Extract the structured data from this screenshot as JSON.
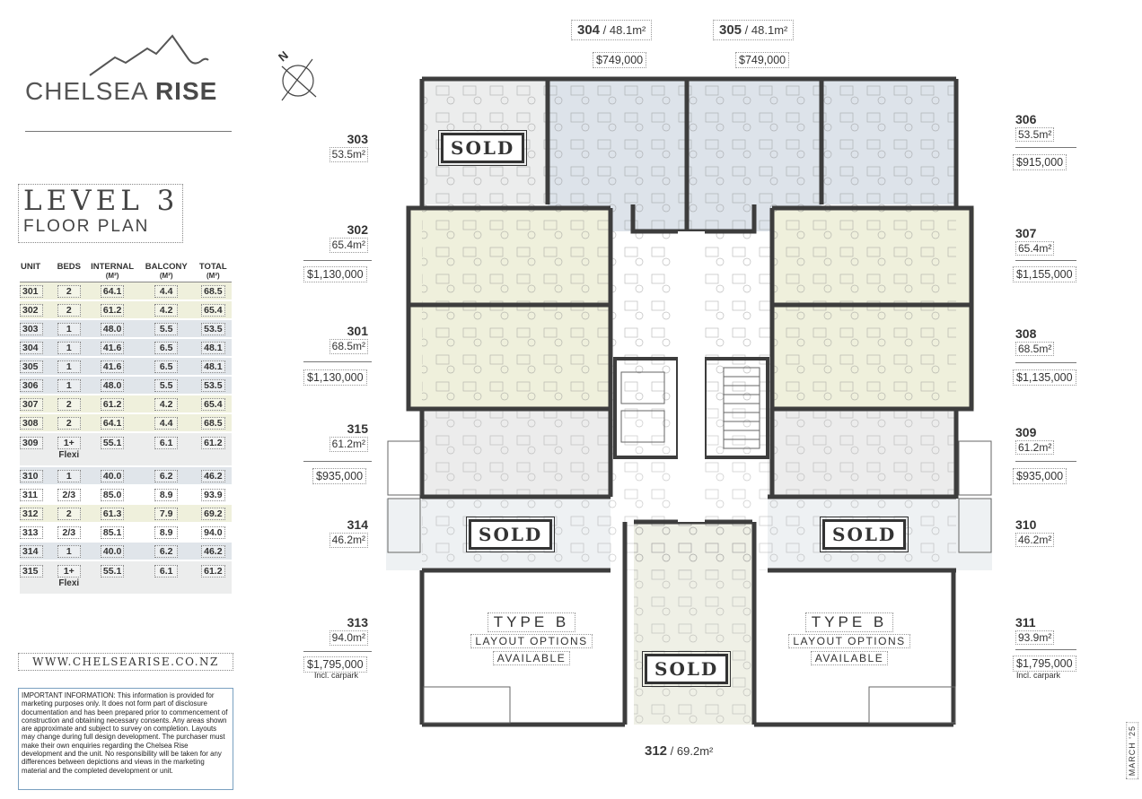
{
  "brand": {
    "name_light": "CHELSEA",
    "name_bold": "RISE"
  },
  "heading": {
    "title": "LEVEL 3",
    "subtitle": "FLOOR PLAN"
  },
  "colors": {
    "two_bed": "#eff0dc",
    "one_bed": "#e0e5ea",
    "other": "#eceded",
    "white": "#ffffff"
  },
  "table": {
    "headers": {
      "unit": "UNIT",
      "beds": "BEDS",
      "internal": "INTERNAL",
      "internal_unit": "(M²)",
      "balcony": "BALCONY",
      "balcony_unit": "(M²)",
      "total": "TOTAL",
      "total_unit": "(M²)"
    },
    "rows": [
      {
        "unit": "301",
        "beds": "2",
        "internal": "64.1",
        "balcony": "4.4",
        "total": "68.5",
        "tone": "two_bed"
      },
      {
        "unit": "302",
        "beds": "2",
        "internal": "61.2",
        "balcony": "4.2",
        "total": "65.4",
        "tone": "two_bed"
      },
      {
        "unit": "303",
        "beds": "1",
        "internal": "48.0",
        "balcony": "5.5",
        "total": "53.5",
        "tone": "one_bed"
      },
      {
        "unit": "304",
        "beds": "1",
        "internal": "41.6",
        "balcony": "6.5",
        "total": "48.1",
        "tone": "one_bed"
      },
      {
        "unit": "305",
        "beds": "1",
        "internal": "41.6",
        "balcony": "6.5",
        "total": "48.1",
        "tone": "one_bed"
      },
      {
        "unit": "306",
        "beds": "1",
        "internal": "48.0",
        "balcony": "5.5",
        "total": "53.5",
        "tone": "one_bed"
      },
      {
        "unit": "307",
        "beds": "2",
        "internal": "61.2",
        "balcony": "4.2",
        "total": "65.4",
        "tone": "two_bed"
      },
      {
        "unit": "308",
        "beds": "2",
        "internal": "64.1",
        "balcony": "4.4",
        "total": "68.5",
        "tone": "two_bed"
      },
      {
        "unit": "309",
        "beds": "1+",
        "flexi": "Flexi",
        "internal": "55.1",
        "balcony": "6.1",
        "total": "61.2",
        "tone": "other"
      },
      {
        "unit": "310",
        "beds": "1",
        "internal": "40.0",
        "balcony": "6.2",
        "total": "46.2",
        "tone": "one_bed"
      },
      {
        "unit": "311",
        "beds": "2/3",
        "internal": "85.0",
        "balcony": "8.9",
        "total": "93.9",
        "tone": "white"
      },
      {
        "unit": "312",
        "beds": "2",
        "internal": "61.3",
        "balcony": "7.9",
        "total": "69.2",
        "tone": "two_bed"
      },
      {
        "unit": "313",
        "beds": "2/3",
        "internal": "85.1",
        "balcony": "8.9",
        "total": "94.0",
        "tone": "white"
      },
      {
        "unit": "314",
        "beds": "1",
        "internal": "40.0",
        "balcony": "6.2",
        "total": "46.2",
        "tone": "one_bed"
      },
      {
        "unit": "315",
        "beds": "1+",
        "flexi": "Flexi",
        "internal": "55.1",
        "balcony": "6.1",
        "total": "61.2",
        "tone": "other"
      }
    ]
  },
  "website": "WWW.CHELSEARISE.CO.NZ",
  "disclaimer": "IMPORTANT INFORMATION: This information is provided for marketing purposes only. It does not form part of disclosure documentation and has been prepared prior to commencement of construction and obtaining necessary consents. Any areas shown are approximate and subject to survey on completion. Layouts may change during full design development. The purchaser must make their own enquiries regarding the Chelsea Rise development and the unit. No responsibility will be taken for any differences between depictions and views in the marketing material and the completed development or unit.",
  "compass": "N",
  "units": {
    "u304": {
      "num": "304",
      "area": "48.1m²",
      "price": "$749,000"
    },
    "u305": {
      "num": "305",
      "area": "48.1m²",
      "price": "$749,000"
    },
    "u303": {
      "num": "303",
      "area": "53.5m²"
    },
    "u302": {
      "num": "302",
      "area": "65.4m²",
      "price": "$1,130,000"
    },
    "u301": {
      "num": "301",
      "area": "68.5m²",
      "price": "$1,130,000"
    },
    "u315": {
      "num": "315",
      "area": "61.2m²",
      "price": "$935,000"
    },
    "u314": {
      "num": "314",
      "area": "46.2m²"
    },
    "u313": {
      "num": "313",
      "area": "94.0m²",
      "price": "$1,795,000",
      "note": "Incl. carpark"
    },
    "u306": {
      "num": "306",
      "area": "53.5m²",
      "price": "$915,000"
    },
    "u307": {
      "num": "307",
      "area": "65.4m²",
      "price": "$1,155,000"
    },
    "u308": {
      "num": "308",
      "area": "68.5m²",
      "price": "$1,135,000"
    },
    "u309": {
      "num": "309",
      "area": "61.2m²",
      "price": "$935,000"
    },
    "u310": {
      "num": "310",
      "area": "46.2m²"
    },
    "u311": {
      "num": "311",
      "area": "93.9m²",
      "price": "$1,795,000",
      "note": "Incl. carpark"
    },
    "u312": {
      "num": "312",
      "area": "69.2m²"
    }
  },
  "sold_label": "SOLD",
  "type_b": {
    "title": "TYPE B",
    "line1": "LAYOUT OPTIONS",
    "line2": "AVAILABLE"
  },
  "separator": "/",
  "date_stamp": "MARCH '25"
}
